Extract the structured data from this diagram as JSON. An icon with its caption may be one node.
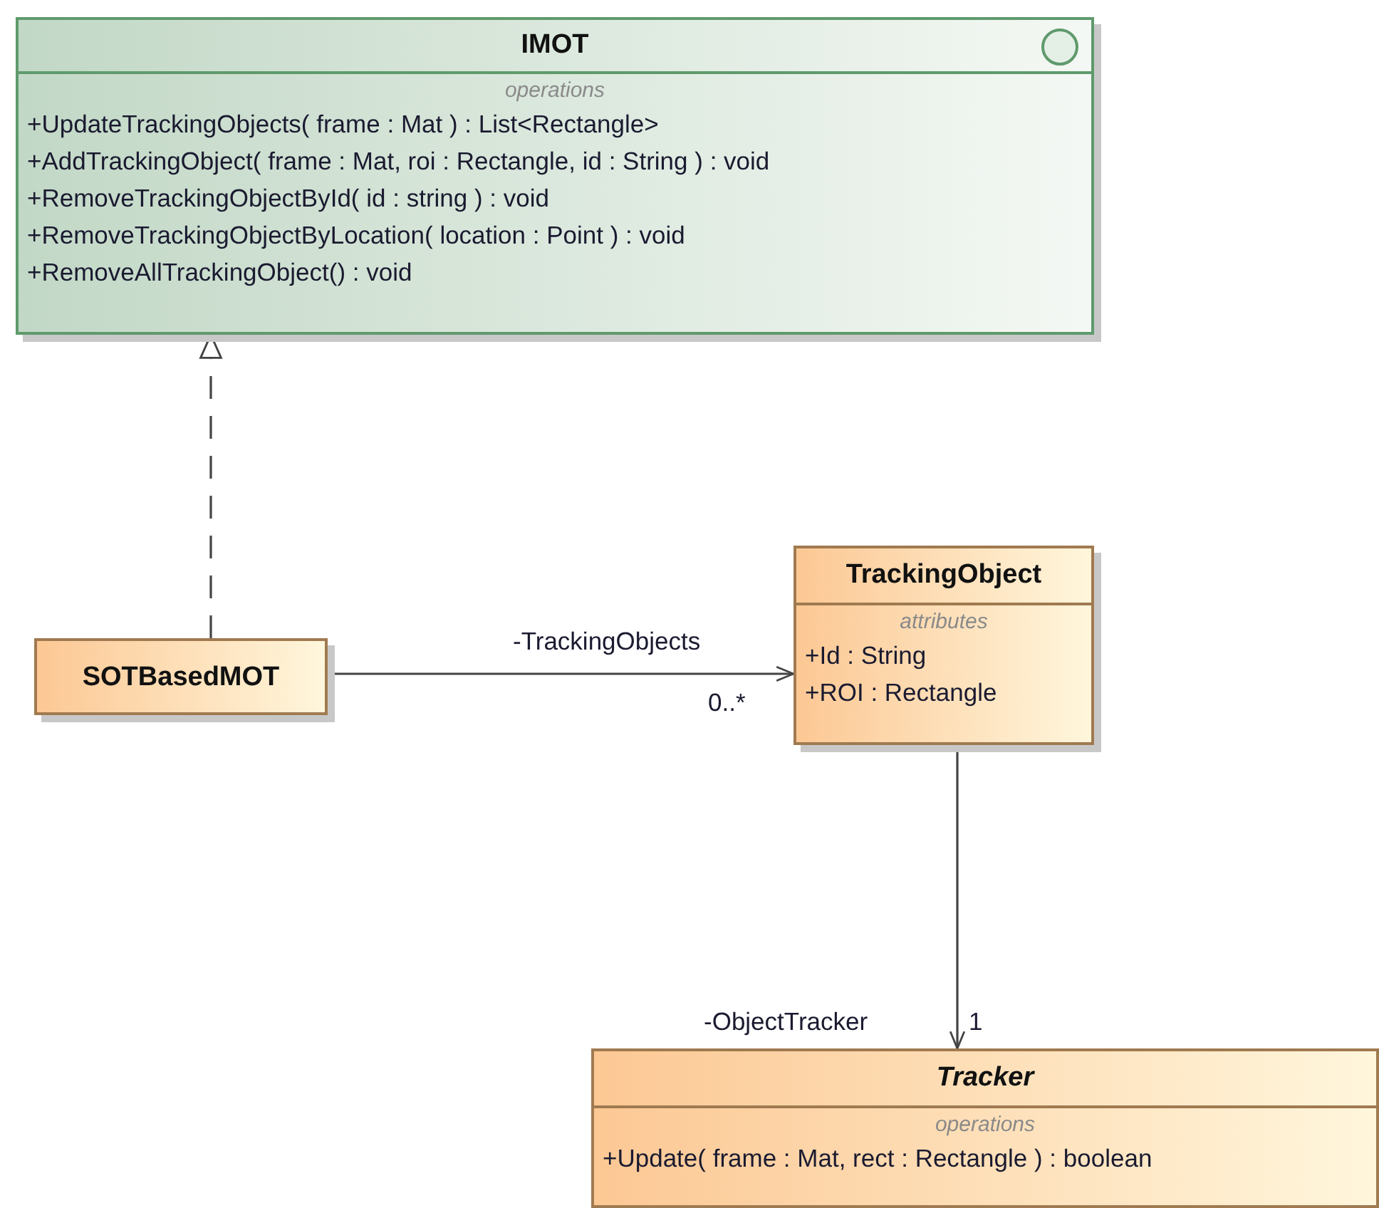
{
  "diagram": {
    "nodes": [
      {
        "text": [
          "IMOT",
          "operations",
          "+UpdateTrackingObjects( frame : Mat ) : List<Rectangle>",
          "+AddTrackingObject( frame : Mat, roi : Rectangle, id : String ) : void",
          "+RemoveTrackingObjectById( id : string ) : void",
          "+RemoveTrackingObjectByLocation( location : Point ) : void",
          "+RemoveAllTrackingObject() : void"
        ]
      },
      {
        "text": [
          "SOTBasedMOT"
        ]
      },
      {
        "text": [
          "TrackingObject",
          "attributes",
          "+Id : String",
          "+ROI : Rectangle"
        ]
      },
      {
        "text": [
          "Tracker",
          "operations",
          "+Update( frame : Mat, rect : Rectangle ) : boolean"
        ]
      }
    ],
    "edges": [
      {
        "from": 1,
        "to": 0,
        "arrow": "to",
        "style": "dashed"
      },
      {
        "from": 1,
        "to": 2,
        "arrow": "to",
        "label": "-TrackingObjects"
      },
      {
        "from": 2,
        "to": 3,
        "arrow": "to",
        "label": "-ObjectTracker"
      }
    ],
    "labels": [
      "0..*",
      "1"
    ]
  }
}
